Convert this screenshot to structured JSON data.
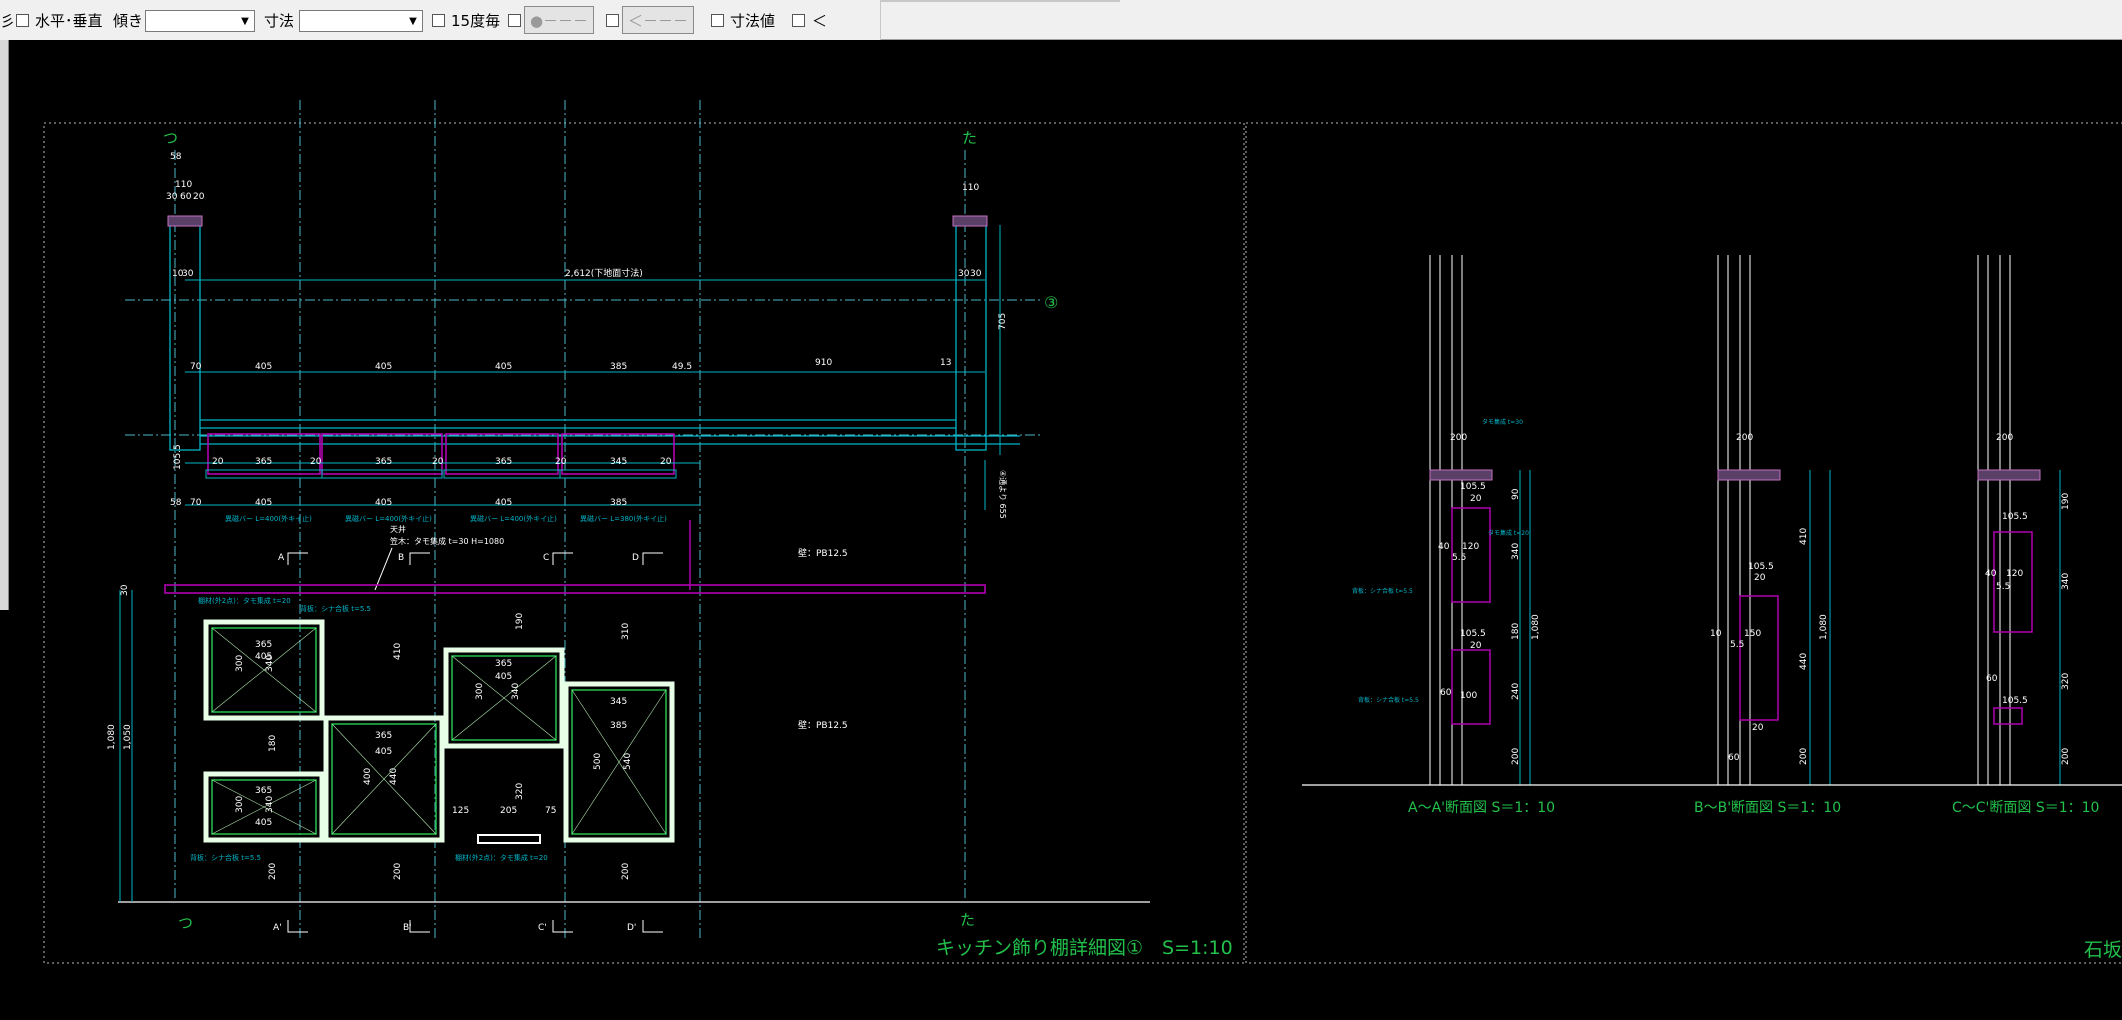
{
  "toolbar": {
    "partial_left": "彡",
    "horiz_vert_label": "水平･垂直",
    "slope_label": "傾き",
    "slope_value": "",
    "dimension_label": "寸法",
    "dimension_value": "",
    "deg15_label": "15度毎",
    "circle_button": "●－－－",
    "arrow_button": "＜－－－",
    "dim_value_label": "寸法値",
    "last_label": "＜"
  },
  "drawing": {
    "sheet_title": "キッチン飾り棚詳細図①　S=1:10",
    "partial_title": "石坂",
    "section_a_title": "A～A'断面図 S＝1：10",
    "section_b_title": "B～B'断面図 S＝1：10",
    "section_c_title": "C～C'断面図 S＝1：10",
    "grid_mark_tsu": "つ",
    "grid_mark_ta": "た",
    "grid_mark_3": "③",
    "overall_dim": "2,612(下地面寸法)",
    "wall_label_1": "壁：PB12.5",
    "wall_label_2": "壁：PB12.5",
    "note_ceiling": "天井",
    "note_mat": "笠木：タモ集成 t=30 H=1080",
    "dims_top": [
      "58",
      "110",
      "30",
      "60",
      "20",
      "110",
      "10",
      "30",
      "30",
      "30"
    ],
    "dims_row1": [
      "70",
      "405",
      "405",
      "405",
      "385",
      "49.5",
      "910",
      "13"
    ],
    "dims_row2": [
      "20",
      "365",
      "20",
      "365",
      "20",
      "365",
      "20",
      "345",
      "20"
    ],
    "dims_row3": [
      "58",
      "70",
      "405",
      "405",
      "405",
      "385"
    ],
    "dim_705": "705",
    "dim_105_5": "105.5",
    "dim_range": "④通より 655",
    "bar_notes": [
      "異磁バー L=400(外キイ止)",
      "異磁バー L=400(外キイ止)",
      "異磁バー L=400(外キイ止)",
      "異磁バー L=380(外キイ止)"
    ],
    "section_marks": [
      "A",
      "B",
      "C",
      "D"
    ],
    "section_marks_bottom": [
      "A'",
      "B'",
      "C'",
      "D'"
    ],
    "box_dims": [
      "365",
      "405",
      "300",
      "340",
      "365",
      "405",
      "300",
      "340",
      "365",
      "405",
      "400",
      "440",
      "365",
      "405",
      "300",
      "340",
      "345",
      "385",
      "500",
      "540"
    ],
    "elev_dims": [
      "30",
      "1,080",
      "1,050",
      "180",
      "200",
      "190",
      "410",
      "200",
      "310",
      "320",
      "200",
      "125",
      "205",
      "75"
    ],
    "elev_notes": [
      "背板：シナ合板 t=5.5",
      "棚材(外2点)：タモ集成 t=20",
      "背板：シナ合板 t=5.5",
      "棚材(外2点)：タモ集成 t=20"
    ],
    "sec_dims_a": [
      "200",
      "105.5",
      "20",
      "40",
      "120",
      "5.5",
      "105.5",
      "20",
      "60",
      "100",
      "90",
      "340",
      "180",
      "240",
      "200",
      "1,080"
    ],
    "sec_dims_b": [
      "200",
      "105.5",
      "20",
      "10",
      "150",
      "5.5",
      "20",
      "60",
      "410",
      "440",
      "200",
      "1,080"
    ],
    "sec_dims_c": [
      "200",
      "105.5",
      "40",
      "120",
      "5.5",
      "60",
      "105.5",
      "190",
      "340",
      "320",
      "200"
    ],
    "sec_notes": [
      "タモ集成 t=30",
      "タモ集成 t=20",
      "背板：シナ合板 t=5.5",
      "背板：シナ合板 t=5.5"
    ]
  },
  "colors": {
    "background": "#000000",
    "cyan": "#00b4c8",
    "green": "#22c04a",
    "magenta": "#b000b0",
    "white": "#ffffff",
    "grid_cyan": "#4fb8c8"
  }
}
